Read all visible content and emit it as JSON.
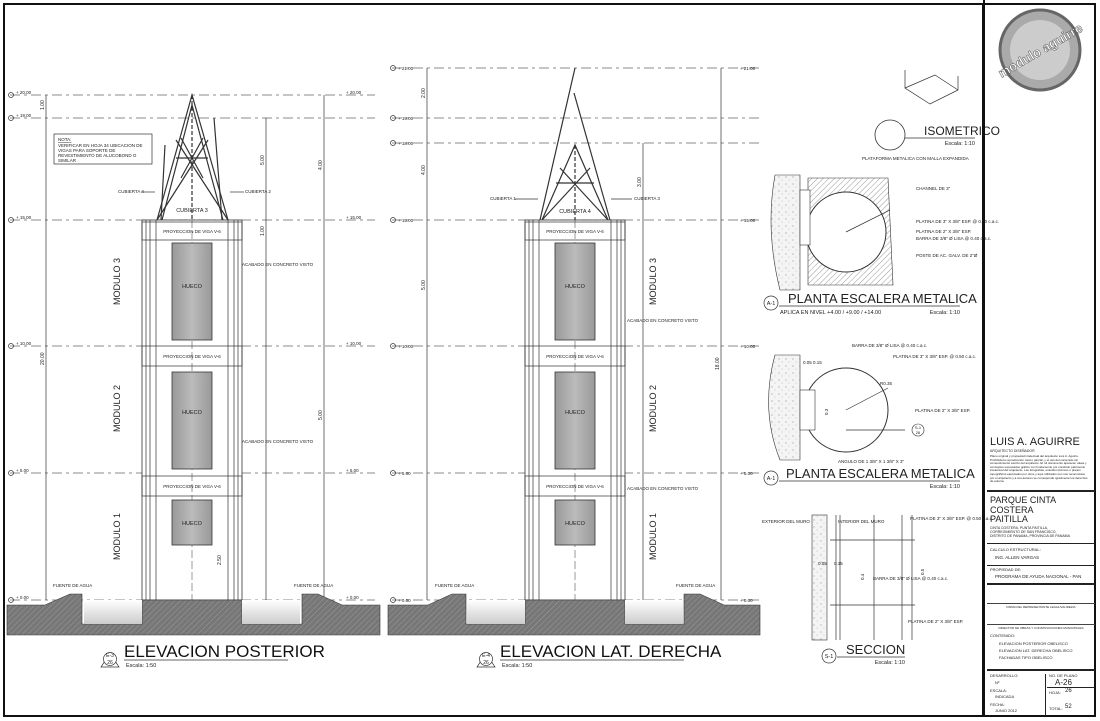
{
  "elevacion_posterior": {
    "title": "ELEVACION POSTERIOR",
    "ref_code": "E-3",
    "ref_sheet": "26",
    "scale": "Escala: 1:50",
    "note_title": "NOTA:",
    "note_lines": [
      "VERIFICAR EN HOJA 34 UBICACION DE",
      "VIGAS PARA SOPORTE DE",
      "REVESTIMIENTO DE ALUCOBOND O",
      "SIMILAR"
    ],
    "levels": [
      "+ 20.00",
      "+ 19.00",
      "+ 15.00",
      "+ 10.00",
      "+ 5.00",
      "+ 0.00"
    ],
    "level_word": "NIVEL",
    "roof_labels": [
      "CUBIERTA 4",
      "CUBIERTA 2",
      "CUBIERTA 3"
    ],
    "beam_label": "PROYECCION DE VIGA V-6",
    "finish_label": "ACABADO EN CONCRETO VISTO",
    "opening_label": "HUECO",
    "modules": [
      "MODULO 3",
      "MODULO 2",
      "MODULO 1"
    ],
    "fountain_label": "FUENTE DE AGUA",
    "dims": [
      "1.00",
      "5.00",
      "4.00",
      "1.00",
      "20.00",
      "5.00",
      "2.50"
    ]
  },
  "elevacion_lateral": {
    "title": "ELEVACION LAT. DERECHA",
    "ref_code": "E-4",
    "ref_sheet": "26",
    "scale": "Escala: 1:50",
    "levels": [
      "+ 21.00",
      "+ 19.00",
      "+ 18.00",
      "+ 15.00",
      "+ 10.00",
      "+ 5.00",
      "+ 0.00"
    ],
    "level_word": "NIVEL",
    "roof_labels": [
      "CUBIERTA 1",
      "CUBIERTA 3",
      "CUBIERTA 4"
    ],
    "beam_label": "PROYECCION DE VIGA V-6",
    "finish_label": "ACABADO EN CONCRETO VISTO",
    "opening_label": "HUECO",
    "modules": [
      "MODULO 3",
      "MODULO 2",
      "MODULO 1"
    ],
    "fountain_label": "FUENTE DE AGUA",
    "dims": [
      "2.00",
      "4.00",
      "3.00",
      "5.00",
      "18.00"
    ]
  },
  "isometrico": {
    "title": "ISOMETRICO",
    "scale": "Escala: 1:10"
  },
  "planta_1": {
    "title": "PLANTA ESCALERA METALICA",
    "ref_code": "A-1",
    "subtitle": "APLICA EN NIVEL +4.00 / +9.00 / +14.00",
    "scale": "Escala: 1:10",
    "labels": [
      "PLATAFORMA METALICA CON MALLA EXPANDIDA",
      "CHANNEL DE 3\"",
      "PLATINA DE 3\" X 3/8\" ESP. @ 0.50 c.a.c.",
      "PLATINA DE 2\" X 3/8\" ESP.",
      "BARRA DE 3/8\" Ø LISA @ 0.40 c.a.c.",
      "POSTE DE AC. GALV. DE 2\"Ø"
    ]
  },
  "planta_2": {
    "title": "PLANTA ESCALERA METALICA",
    "ref_code": "A-1",
    "scale": "Escala: 1:10",
    "section_ref": "S-1",
    "section_sheet": "26",
    "labels": [
      "BARRA DE 3/8\" Ø LISA @ 0.40 c.a.c.",
      "PLATINA DE 3\" X 3/8\" ESP. @ 0.50 c.a.c.",
      "PLATINA DE 2\" X 3/8\" ESP.",
      "ANGULO DE 1 3/8\" X 1 3/8\" X 3\""
    ],
    "dims": [
      "0.05",
      "0.15",
      "R0.35",
      "0.3"
    ]
  },
  "seccion": {
    "title": "SECCION",
    "ref_code": "S-1",
    "scale": "Escala: 1:10",
    "labels": [
      "EXTERIOR DEL MURO",
      "INTERIOR DEL MURO",
      "PLATINA DE 3\" X 3/8\" ESP. @ 0.50 c.a.c.",
      "BARRA DE 3/8\" Ø LISA @ 0.40 c.a.c.",
      "PLATINA DE 2\" X 3/8\" ESP."
    ],
    "dims": [
      "0.05",
      "0.15",
      "0.4",
      "0.5"
    ]
  },
  "title_block": {
    "logo_text": "modulo aguirre",
    "architect": "LUIS A. AGUIRRE",
    "architect_role": "ARQUITECTO DISEÑADOR",
    "legal_text": "Plano original y propiedad intelectual del arquitecto Luis A. Aguirre. Prohibida la reproducción total o parcial, y el uso del contenido sin consentimiento escrito del arquitecto. El rol documento aparecen ideas y conceptos expresados gráfico con fundamento por constituir patrimonio intelectual del arquitecto. Las fotografías, estudios técnicos o planos topográficos ejecutados por otros y aquí utilizados son sus reconocidos por el arquitecto y a sus autores se corresponde igualmente los derechos de autoría.",
    "project": "PARQUE CINTA COSTERA",
    "location": "PAITILLA",
    "address_lines": [
      "CINTA COSTERA, PUNTA PAITILLA,",
      "CORREGIMIENTO DE SAN FRANCISCO,",
      "DISTRITO DE PANAMA, PROVINCIA DE PANAMA"
    ],
    "structural_label": "CALCULO ESTRUCTURAL:",
    "structural_name": "ING. ALLEN VARGAS",
    "owner_label": "PROPIEDAD DE:",
    "owner_name": "PROGRAMA DE AYUDA NACIONAL - PAN",
    "signature_legal": "FIRMA DEL REPRESENTANTE LEGAL/VALIDEZ/A",
    "signature_director": "DIRECTOR DE OBRAS Y CONSTRUCCIONES MUNICIPALES",
    "contents_label": "CONTENIDO:",
    "contents": [
      "ELEVACION POSTERIOR OBELISCO",
      "ELEVACION LAT. DERECHA OBELISCO",
      "FACHADAS TIPO OBELISCO"
    ],
    "development_label": "DESARROLLO:",
    "development_value": "Nº",
    "scale_label": "ESCALA:",
    "scale_value": "INDICADA",
    "date_label": "FECHA:",
    "date_value": "JUNIO 2012",
    "plan_no_label": "NO. DE PLANO",
    "plan_no": "A-26",
    "sheet_label": "HOJA:",
    "sheet_value": "26",
    "total_label": "TOTAL:",
    "total_value": "52"
  }
}
